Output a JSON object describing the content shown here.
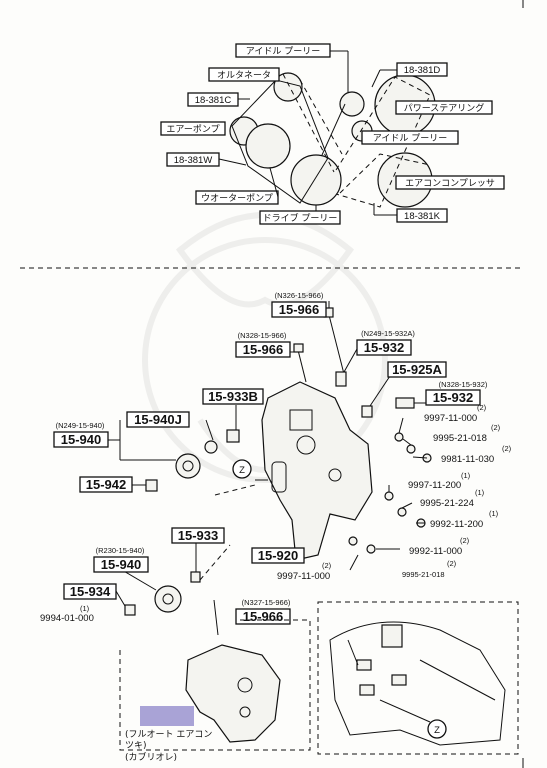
{
  "belt_diagram": {
    "idler_pulley_top": "アイドル プーリー",
    "alternator": "オルタネータ",
    "ref_18_381c": "18-381C",
    "air_pump": "エアーポンプ",
    "ref_18_381w": "18-381W",
    "water_pump": "ウオーターポンプ",
    "drive_pulley": "ドライブ プーリー",
    "ref_18_381d": "18-381D",
    "power_steering": "パワーステアリング",
    "idler_pulley_mid": "アイドル プーリー",
    "ac_compressor": "エアコンコンプレッサ",
    "ref_18_381k": "18-381K"
  },
  "parts": {
    "p1_sub": "(N326-15-966)",
    "p1": "15-966",
    "p2_sub": "(N328-15-966)",
    "p2": "15-966",
    "p3_sub": "(N249-15-932A)",
    "p3": "15-932",
    "p4": "15-925A",
    "p5_sub": "(N328-15-932)",
    "p5": "15-932",
    "p6": "15-933B",
    "p7": "15-940J",
    "p8_sub": "(N249-15-940)",
    "p8": "15-940",
    "p9": "15-942",
    "p10": "15-933",
    "p11": "15-920",
    "p12_sub": "(R230-15-940)",
    "p12": "15-940",
    "p13": "15-934",
    "p14_sub": "(N327-15-966)",
    "p14": "15-966",
    "zone_z": "Z",
    "zone_z2": "Z"
  },
  "hardware": {
    "h1_q": "(2)",
    "h1": "9997-11-000",
    "h2_q": "(2)",
    "h2": "9995-21-018",
    "h3_q": "(2)",
    "h3": "9981-11-030",
    "h4_q": "(1)",
    "h4": "9997-11-200",
    "h5_q": "(1)",
    "h5": "9995-21-224",
    "h6_q": "(1)",
    "h6": "9992-11-200",
    "h7_q": "(2)",
    "h7": "9992-11-000",
    "h8_q": "(2)",
    "h8": "9995-21-018",
    "h9_q": "(2)",
    "h9": "9997-11-000",
    "h10_q": "(1)",
    "h10": "9994-01-000"
  },
  "note": {
    "line1": "(フルオート エアコン",
    "line2": "ツキ)",
    "line3": "(カブリオレ)",
    "redaction_color": "#a9a3d6"
  }
}
